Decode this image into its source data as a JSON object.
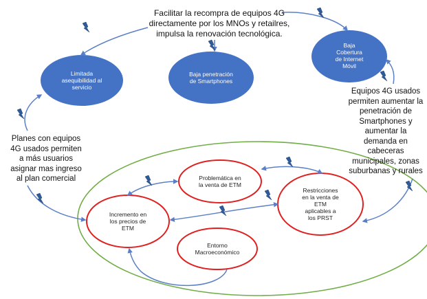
{
  "diagram": {
    "top_note": [
      "Facilitar la recompra de equipos 4G",
      "directamente por los MNOs y retailres,",
      "impulsa la renovación tecnológica."
    ],
    "left_note": [
      "Planes con equipos",
      "4G usados permiten",
      "a más usuarios",
      "asignar mas ingreso",
      "al plan comercial"
    ],
    "right_note": [
      "Equipos 4G usados",
      "permiten aumentar la",
      "penetración de",
      "Smartphones y",
      "aumentar la",
      "demanda en",
      "cabeceras",
      "municipales, zonas",
      "suburbanas y rurales"
    ],
    "blue_nodes": {
      "asequibilidad": [
        "Limitada",
        "asequibilidad al",
        "servicio"
      ],
      "penetracion": [
        "Baja penetración",
        "de Smartphones"
      ],
      "cobertura": [
        "Baja",
        "Cobertura",
        "de Internet",
        "Móvil"
      ]
    },
    "red_nodes": {
      "problematica": [
        "Problemática en",
        "la venta de ETM"
      ],
      "restricciones": [
        "Restricciones",
        "en la venta de",
        "ETM",
        "aplicables a",
        "los PRST"
      ],
      "incremento": [
        "Incremento en",
        "los precios de",
        "ETM"
      ],
      "entorno": [
        "Entorno",
        "Macroeconómico"
      ]
    },
    "colors": {
      "blue_node": "#4472C4",
      "red_outline": "#E02020",
      "green_outline": "#70AD47",
      "arrow": "#5B7FC7",
      "bolt": "#2E5C9A"
    },
    "icon": "lightning-bolt-icon"
  }
}
